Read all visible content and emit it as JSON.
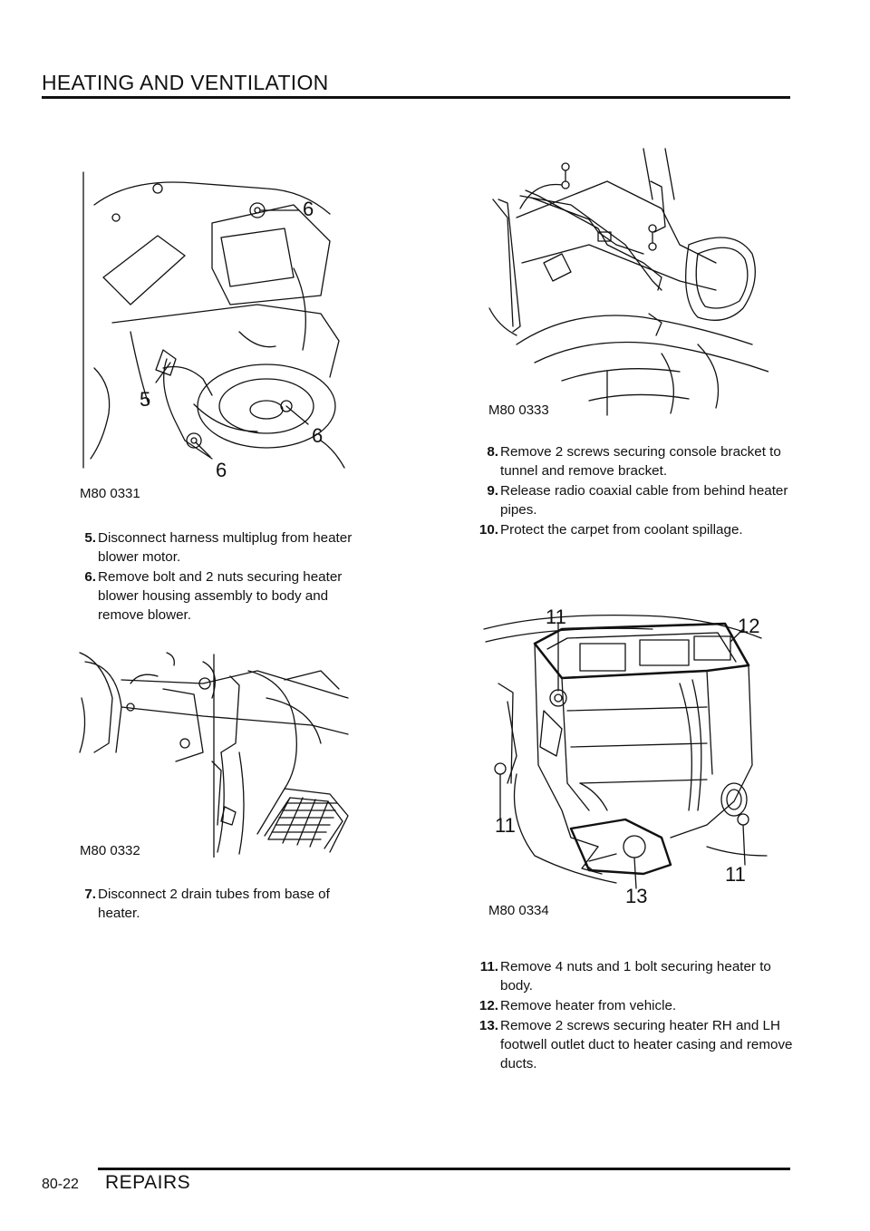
{
  "header": {
    "title": "HEATING AND VENTILATION"
  },
  "footer": {
    "page_number": "80-22",
    "section": "REPAIRS"
  },
  "figures": {
    "fig1": {
      "code": "M80 0331",
      "callouts": [
        "6",
        "5",
        "6",
        "6"
      ]
    },
    "fig2": {
      "code": "M80 0332"
    },
    "fig3": {
      "code": "M80 0333"
    },
    "fig4": {
      "code": "M80 0334",
      "callouts": [
        "11",
        "12",
        "11",
        "11",
        "13"
      ]
    }
  },
  "steps_left_a": [
    {
      "num": "5.",
      "text": "Disconnect harness multiplug from heater blower motor."
    },
    {
      "num": "6.",
      "text": "Remove bolt and 2 nuts securing heater blower housing assembly to body and remove blower."
    }
  ],
  "steps_left_b": [
    {
      "num": "7.",
      "text": "Disconnect 2 drain tubes from base of  heater."
    }
  ],
  "steps_right_a": [
    {
      "num": "8.",
      "text": "Remove 2 screws securing console bracket  to tunnel and remove bracket."
    },
    {
      "num": "9.",
      "text": "Release radio coaxial cable from behind heater pipes."
    },
    {
      "num": "10.",
      "text": "Protect the carpet from coolant spillage."
    }
  ],
  "steps_right_b": [
    {
      "num": "11.",
      "text": "Remove 4 nuts and 1 bolt securing heater  to body."
    },
    {
      "num": "12.",
      "text": "Remove heater from vehicle."
    },
    {
      "num": "13.",
      "text": "Remove 2 screws securing heater RH and LH footwell  outlet duct to heater casing and remove  ducts."
    }
  ]
}
